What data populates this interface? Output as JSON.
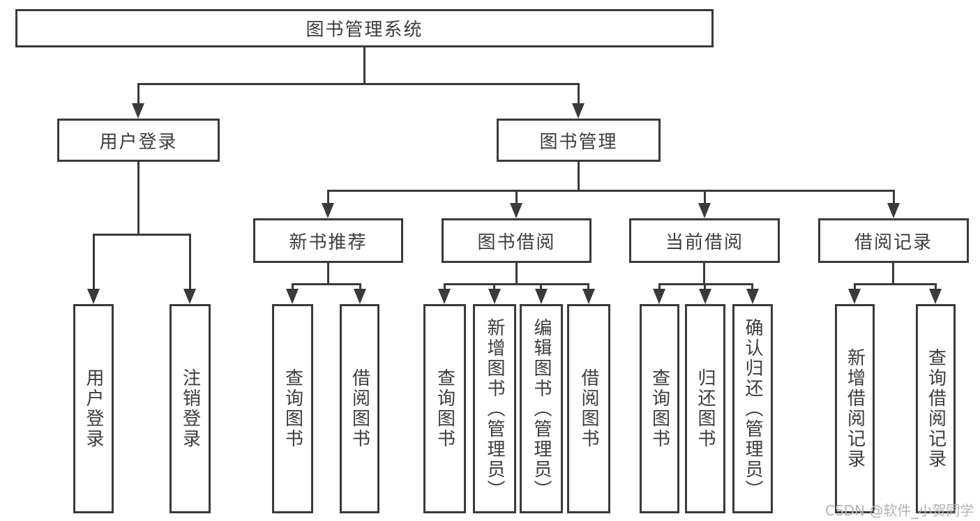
{
  "tree": {
    "label": "图书管理系统",
    "children": [
      {
        "label": "用户登录",
        "children": [
          {
            "label": "用户登录"
          },
          {
            "label": "注销登录"
          }
        ]
      },
      {
        "label": "图书管理",
        "children": [
          {
            "label": "新书推荐",
            "children": [
              {
                "label": "查询图书"
              },
              {
                "label": "借阅图书"
              }
            ]
          },
          {
            "label": "图书借阅",
            "children": [
              {
                "label": "查询图书"
              },
              {
                "label": "新增图书（管理员）"
              },
              {
                "label": "编辑图书（管理员）"
              },
              {
                "label": "借阅图书"
              }
            ]
          },
          {
            "label": "当前借阅",
            "children": [
              {
                "label": "查询图书"
              },
              {
                "label": "归还图书"
              },
              {
                "label": "确认归还（管理员）"
              }
            ]
          },
          {
            "label": "借阅记录",
            "children": [
              {
                "label": "新增借阅记录"
              },
              {
                "label": "查询借阅记录"
              }
            ]
          }
        ]
      }
    ]
  },
  "watermark": {
    "text": "CSDN @软件_小贺同学",
    "color": "#b3b3b3"
  },
  "colors": {
    "line": "#3a3a3a",
    "text": "#3c3c3c",
    "background": "#ffffff"
  }
}
